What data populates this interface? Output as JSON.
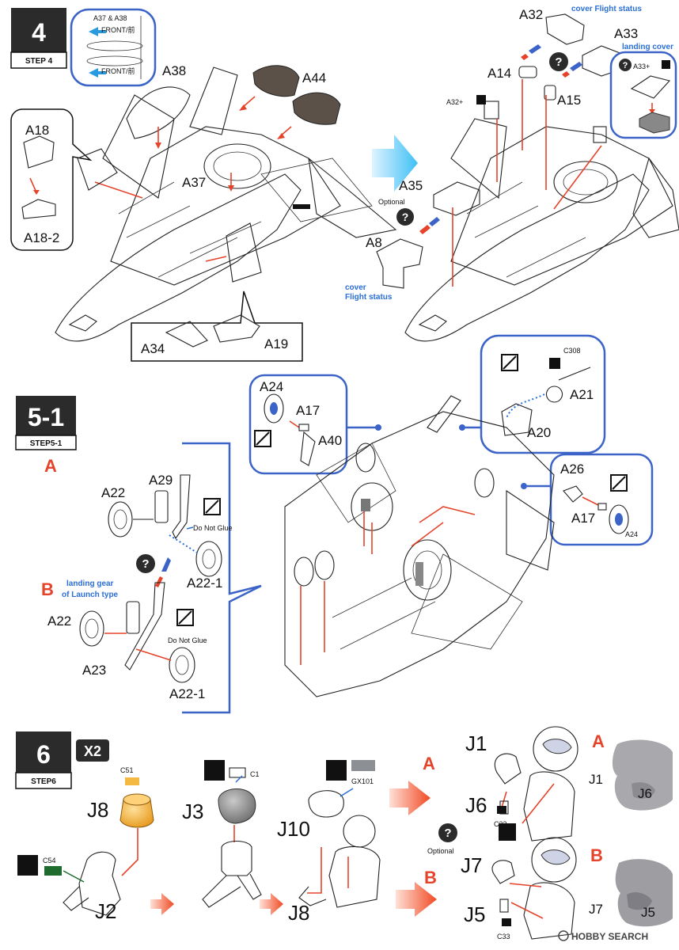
{
  "steps": {
    "step4": {
      "number": "4",
      "tag": "STEP 4"
    },
    "step51": {
      "number": "5-1",
      "tag": "STEP5-1"
    },
    "step6": {
      "number": "6",
      "tag": "STEP6",
      "multiplier": "X2"
    }
  },
  "step4_inset": {
    "title": "A37 & A38",
    "front_top": "FRONT/前",
    "front_bottom": "FRONT/前"
  },
  "step4_labels": {
    "a38": "A38",
    "a44": "A44",
    "a18": "A18",
    "a18_2": "A18-2",
    "a37": "A37",
    "a34": "A34",
    "a19": "A19",
    "a32": "A32",
    "a33": "A33",
    "a14": "A14",
    "a15": "A15",
    "a32_plus": "A32+",
    "a33_plus": "A33+",
    "a35": "A35",
    "a8": "A8",
    "optional": "Optional",
    "cover_flight_top": "cover Flight status",
    "landing_cover": "landing cover",
    "cover_bottom": "cover",
    "flight_status_bottom": "Flight status"
  },
  "step51_labels": {
    "a24": "A24",
    "a17": "A17",
    "a40": "A40",
    "c308": "C308",
    "a21": "A21",
    "a20": "A20",
    "a26": "A26",
    "a17_r": "A17",
    "a24_r": "A24",
    "section_a": "A",
    "a22": "A22",
    "a29": "A29",
    "do_not_glue": "Do Not Glue",
    "a22_1": "A22-1",
    "section_b": "B",
    "landing_gear_1": "landing gear",
    "landing_gear_2": "of Launch type",
    "a22_b": "A22",
    "a23": "A23",
    "do_not_glue_b": "Do Not Glue",
    "a22_1_b": "A22-1"
  },
  "step6_labels": {
    "c51": "C51",
    "j8": "J8",
    "c54": "C54",
    "j2": "J2",
    "j3": "J3",
    "c1": "C1",
    "gx101": "GX101",
    "j10": "J10",
    "j8_b": "J8",
    "j1": "J1",
    "j6": "J6",
    "c33": "C33",
    "optional": "Optional",
    "j7": "J7",
    "j5": "J5",
    "c33_b": "C33",
    "opt_a": "A",
    "opt_b": "B",
    "photo_j1": "J1",
    "photo_j6": "J6",
    "photo_j7": "J7",
    "photo_j5": "J5"
  },
  "watermark": "HOBBY SEARCH",
  "colors": {
    "accent_blue": "#3b63c8",
    "arrow_red": "#e5432a",
    "paint_yellow": "#f4b942",
    "paint_green": "#1e6b2e",
    "paint_gray": "#8c8f93"
  }
}
